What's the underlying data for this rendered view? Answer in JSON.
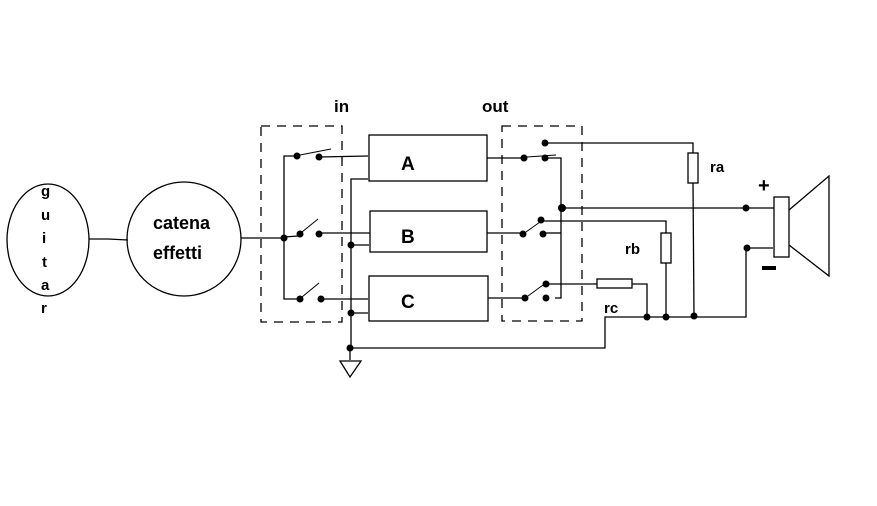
{
  "diagram": {
    "guitar": {
      "letters": [
        "g",
        "u",
        "i",
        "t",
        "a",
        "r"
      ]
    },
    "effects_chain": {
      "line1": "catena",
      "line2": "effetti"
    },
    "section_labels": {
      "in": "in",
      "out": "out"
    },
    "blocks": [
      {
        "label": "A"
      },
      {
        "label": "B"
      },
      {
        "label": "C"
      }
    ],
    "resistors": {
      "ra": "ra",
      "rb": "rb",
      "rc": "rc"
    },
    "speaker": {
      "plus": "+",
      "minus": "-"
    }
  }
}
